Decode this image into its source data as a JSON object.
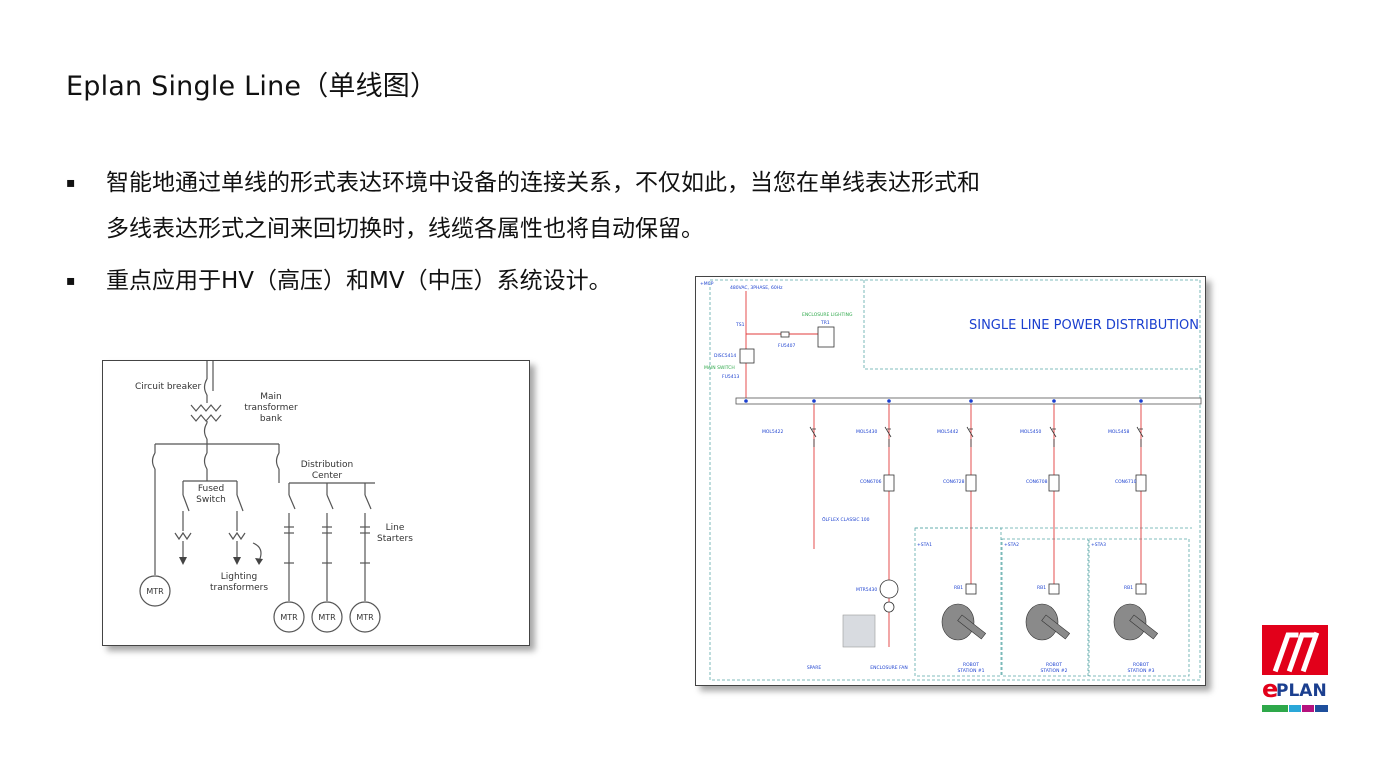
{
  "slide": {
    "title": "Eplan Single Line（单线图）"
  },
  "bullets": [
    {
      "marker": "▪",
      "lines": [
        "智能地通过单线的形式表达环境中设备的连接关系，不仅如此，当您在单线表达形式和",
        "多线表达形式之间来回切换时，线缆各属性也将自动保留。"
      ]
    },
    {
      "marker": "▪",
      "lines": [
        "重点应用于HV（高压）和MV（中压）系统设计。"
      ]
    }
  ],
  "left_figure": {
    "labels": {
      "circuit_breaker": "Circuit breaker",
      "main_transformer_1": "Main",
      "main_transformer_2": "transformer",
      "main_transformer_3": "bank",
      "fused_switch_1": "Fused",
      "fused_switch_2": "Switch",
      "distribution_center_1": "Distribution",
      "distribution_center_2": "Center",
      "line_starters_1": "Line",
      "line_starters_2": "Starters",
      "lighting_1": "Lighting",
      "lighting_2": "transformers",
      "motor": "MTR"
    }
  },
  "right_figure": {
    "title": "SINGLE LINE POWER DISTRIBUTION",
    "supply": "480VAC, 3PHASE, 60Hz",
    "enclosure_lighting": "ENCLOSURE LIGHTING",
    "main_switch": "MAIN SWITCH",
    "tags": {
      "mcp": "+MCP",
      "ts1": "TS1",
      "tr1": "TR1",
      "fu407": "FU5407",
      "disc": "DISC5414",
      "fu413": "FU5413",
      "mols_1": "MOL5422",
      "mols_2": "MOL5430",
      "mols_3": "MOL5442",
      "mols_4": "MOL5450",
      "mols_5": "MOL5458",
      "con_1": "CON6706",
      "con_2": "CON6728",
      "con_3": "CON6708",
      "con_4": "CON6710",
      "cable": "ÖLFLEX CLASSIC 100",
      "mtr": "MTR5430",
      "sta1": "+STA1",
      "sta2": "+STA2",
      "sta3": "+STA3",
      "rb1": "RB1"
    },
    "bottom_labels": {
      "spare": "SPARE",
      "enclosure_fan": "ENCLOSURE FAN",
      "robot1_a": "ROBOT",
      "robot1_b": "STATION #1",
      "robot2_a": "ROBOT",
      "robot2_b": "STATION #2",
      "robot3_a": "ROBOT",
      "robot3_b": "STATION #3"
    }
  },
  "logo": {
    "text": "PLAN",
    "e_letter": "e",
    "colors": {
      "red": "#e2001a",
      "green": "#2ea84a",
      "cyan": "#2aa7d8",
      "magenta": "#b5127d",
      "blue": "#1e4f9c"
    }
  }
}
